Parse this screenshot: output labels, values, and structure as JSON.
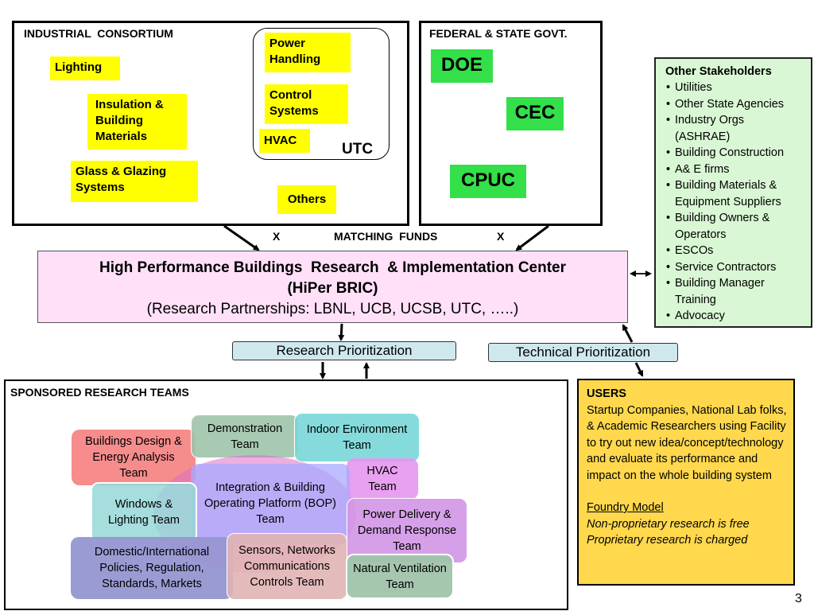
{
  "consortium": {
    "title": "INDUSTRIAL  CONSORTIUM",
    "items": [
      "Lighting",
      "Insulation & Building Materials",
      "Glass & Glazing Systems",
      "Others"
    ],
    "utc_label": "UTC",
    "utc_items": [
      "Power Handling",
      "Control Systems",
      "HVAC"
    ]
  },
  "govt": {
    "title": "FEDERAL & STATE GOVT.",
    "items": [
      "DOE",
      "CEC",
      "CPUC"
    ]
  },
  "funding": {
    "x1": "X",
    "label": "MATCHING  FUNDS",
    "x2": "X"
  },
  "center": {
    "title": "High Performance Buildings  Research  & Implementation Center",
    "subtitle": "(HiPer BRIC)",
    "partners": "(Research Partnerships: LBNL, UCB, UCSB, UTC, …..)"
  },
  "stakeholders": {
    "title": "Other Stakeholders",
    "items": [
      "Utilities",
      "Other State Agencies",
      "Industry Orgs (ASHRAE)",
      "Building Construction",
      "A& E firms",
      "Building Materials & Equipment Suppliers",
      "Building Owners & Operators",
      "ESCOs",
      "Service Contractors",
      "Building Manager Training",
      "Advocacy"
    ]
  },
  "prioritization": {
    "research": "Research Prioritization",
    "technical": "Technical Prioritization"
  },
  "users": {
    "title": "USERS",
    "body": "Startup Companies, National Lab folks, & Academic Researchers using Facility to try out new idea/concept/technology and evaluate its performance and impact on the whole building system",
    "model_title": "Foundry Model",
    "model_line1": "Non-proprietary research is free",
    "model_line2": "Proprietary research is charged"
  },
  "teams": {
    "title": "SPONSORED RESEARCH TEAMS",
    "list": [
      "Buildings Design & Energy Analysis Team",
      "Demonstration Team",
      "Indoor Environment Team",
      "HVAC Team",
      "Windows & Lighting Team",
      "Integration & Building Operating Platform (BOP) Team",
      "Power Delivery & Demand Response Team",
      "Domestic/International Policies, Regulation, Standards, Markets",
      "Sensors, Networks Communications Controls Team",
      "Natural Ventilation Team"
    ]
  },
  "page_number": "3",
  "colors": {
    "yellow": "#ffff00",
    "green": "#33e04a",
    "center_pink": "#ffe0f8",
    "stakeholder_green": "#d9f7d4",
    "users_gold": "#ffd84d",
    "pill_blue": "#cfe8ee"
  }
}
